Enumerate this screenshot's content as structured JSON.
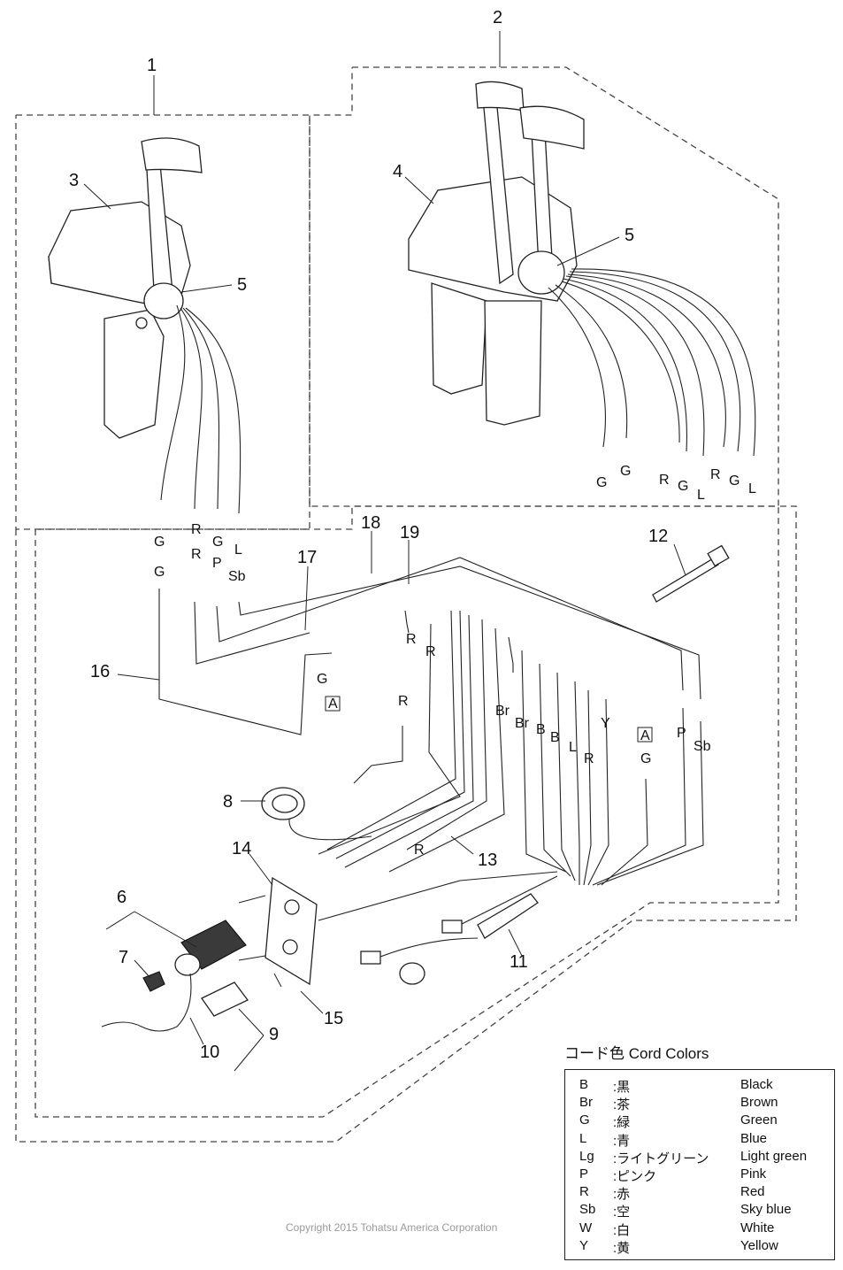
{
  "callouts": [
    "1",
    "2",
    "3",
    "4",
    "5",
    "5",
    "6",
    "7",
    "8",
    "9",
    "10",
    "11",
    "12",
    "13",
    "14",
    "15",
    "16",
    "17",
    "18",
    "19"
  ],
  "wire_labels": {
    "single_top": [
      "G",
      "G",
      "R",
      "G",
      "L",
      "R",
      "G",
      "L"
    ],
    "single_bottom": [
      "G",
      "G",
      "R",
      "R",
      "G",
      "P",
      "L",
      "Sb"
    ],
    "harness": [
      "R",
      "R",
      "G",
      "A",
      "R",
      "Br",
      "Br",
      "B",
      "B",
      "L",
      "R",
      "Y",
      "P",
      "Sb",
      "A",
      "G",
      "R"
    ]
  },
  "legend": {
    "title": "コード色 Cord Colors",
    "rows": [
      {
        "code": "B",
        "jp": ":黒",
        "en": "Black"
      },
      {
        "code": "Br",
        "jp": ":茶",
        "en": "Brown"
      },
      {
        "code": "G",
        "jp": ":緑",
        "en": "Green"
      },
      {
        "code": "L",
        "jp": ":青",
        "en": "Blue"
      },
      {
        "code": "Lg",
        "jp": ":ライトグリーン",
        "en": "Light green"
      },
      {
        "code": "P",
        "jp": ":ピンク",
        "en": "Pink"
      },
      {
        "code": "R",
        "jp": ":赤",
        "en": "Red"
      },
      {
        "code": "Sb",
        "jp": ":空",
        "en": "Sky blue"
      },
      {
        "code": "W",
        "jp": ":白",
        "en": "White"
      },
      {
        "code": "Y",
        "jp": ":黄",
        "en": "Yellow"
      }
    ]
  },
  "copyright": "Copyright 2015 Tohatsu America Corporation"
}
